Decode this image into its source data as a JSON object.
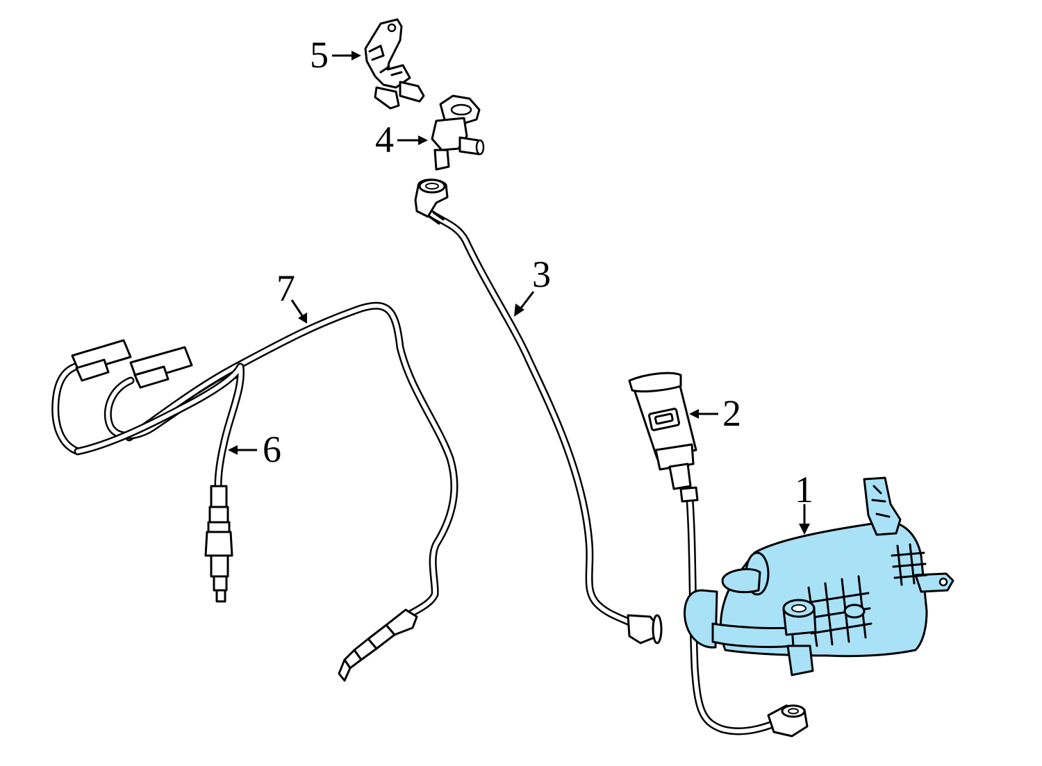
{
  "colors": {
    "background": "#ffffff",
    "line": "#000000",
    "highlight": "#a9e1f7"
  },
  "callouts": [
    {
      "id": "1",
      "label": "1"
    },
    {
      "id": "2",
      "label": "2"
    },
    {
      "id": "3",
      "label": "3"
    },
    {
      "id": "4",
      "label": "4"
    },
    {
      "id": "5",
      "label": "5"
    },
    {
      "id": "6",
      "label": "6"
    },
    {
      "id": "7",
      "label": "7"
    }
  ]
}
